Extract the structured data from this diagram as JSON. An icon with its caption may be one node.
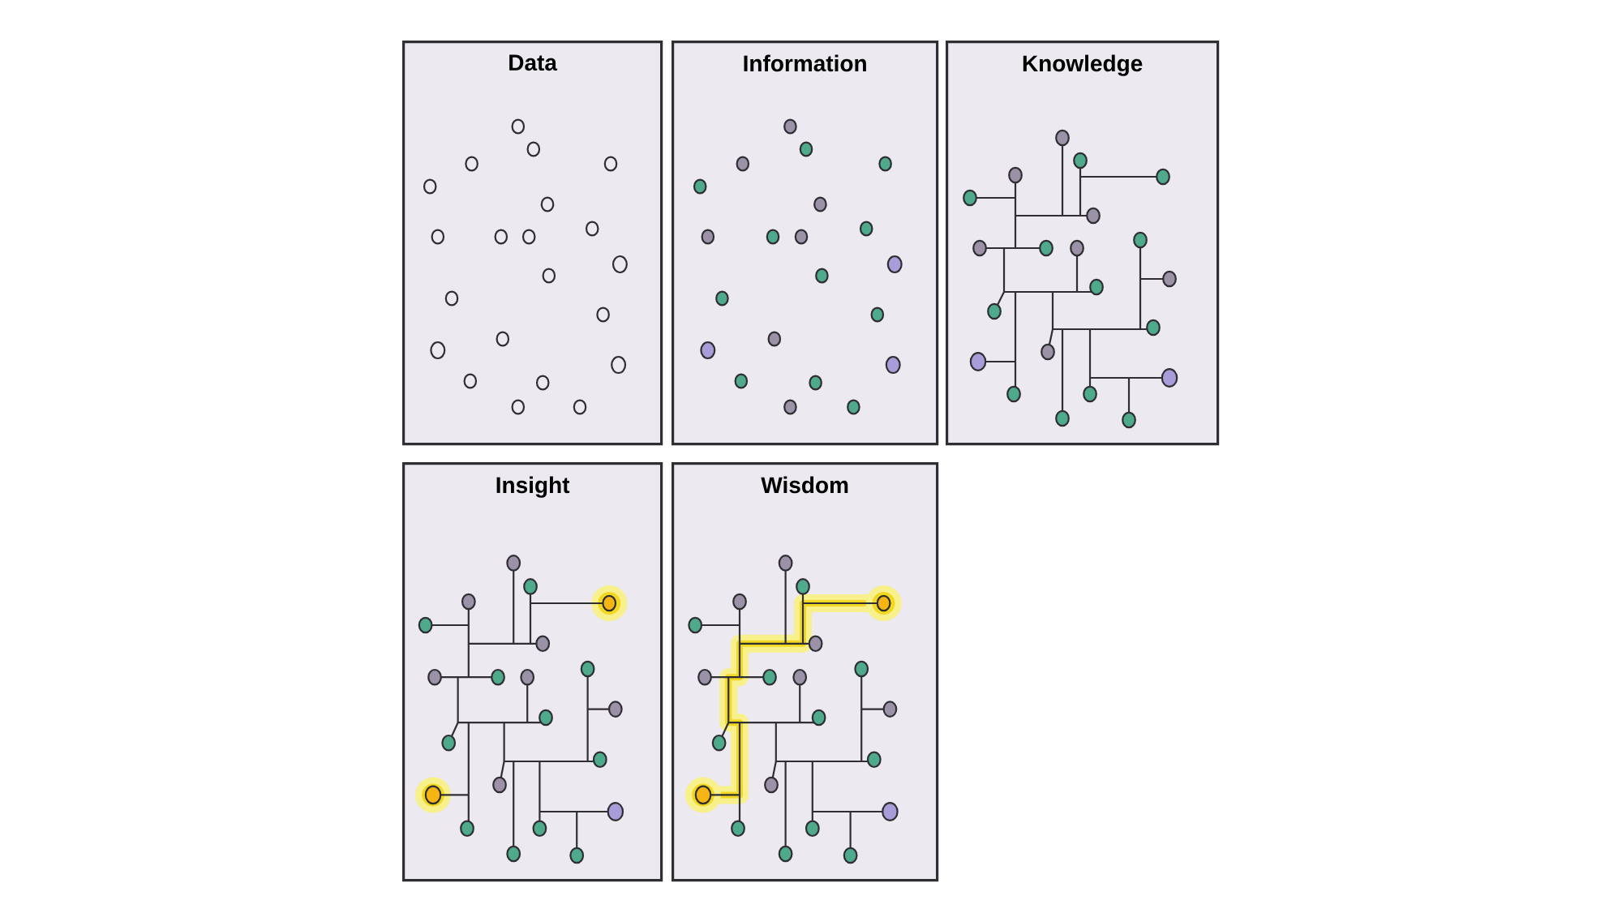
{
  "diagram": {
    "nodes": [
      {
        "text": [
          "Data"
        ]
      },
      {
        "text": [
          "Information"
        ]
      },
      {
        "text": [
          "Knowledge"
        ]
      },
      {
        "text": [
          "Insight"
        ]
      },
      {
        "text": [
          "Wisdom"
        ]
      }
    ]
  }
}
